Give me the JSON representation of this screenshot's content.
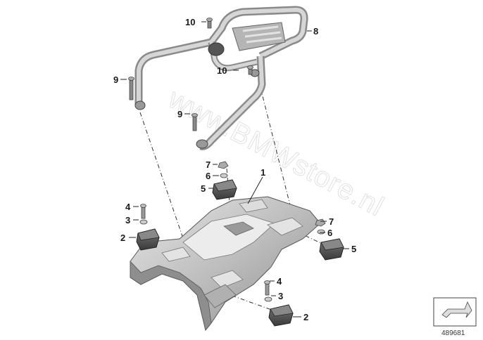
{
  "callouts": [
    {
      "id": "c10a",
      "text": "10"
    },
    {
      "id": "c8",
      "text": "8"
    },
    {
      "id": "c10b",
      "text": "10"
    },
    {
      "id": "c9a",
      "text": "9"
    },
    {
      "id": "c9b",
      "text": "9"
    },
    {
      "id": "c7a",
      "text": "7"
    },
    {
      "id": "c1",
      "text": "1"
    },
    {
      "id": "c6a",
      "text": "6"
    },
    {
      "id": "c5a",
      "text": "5"
    },
    {
      "id": "c4a",
      "text": "4"
    },
    {
      "id": "c3a",
      "text": "3"
    },
    {
      "id": "c2a",
      "text": "2"
    },
    {
      "id": "c7b",
      "text": "7"
    },
    {
      "id": "c6b",
      "text": "6"
    },
    {
      "id": "c5b",
      "text": "5"
    },
    {
      "id": "c4b",
      "text": "4"
    },
    {
      "id": "c3b",
      "text": "3"
    },
    {
      "id": "c2b",
      "text": "2"
    }
  ],
  "watermark": "www.BMWstore.nl",
  "diagram_number": "489681",
  "colors": {
    "part_fill": "#c9c9c9",
    "part_shadow": "#8f8f8f",
    "part_light": "#e8e8e8",
    "outline": "#555555"
  }
}
